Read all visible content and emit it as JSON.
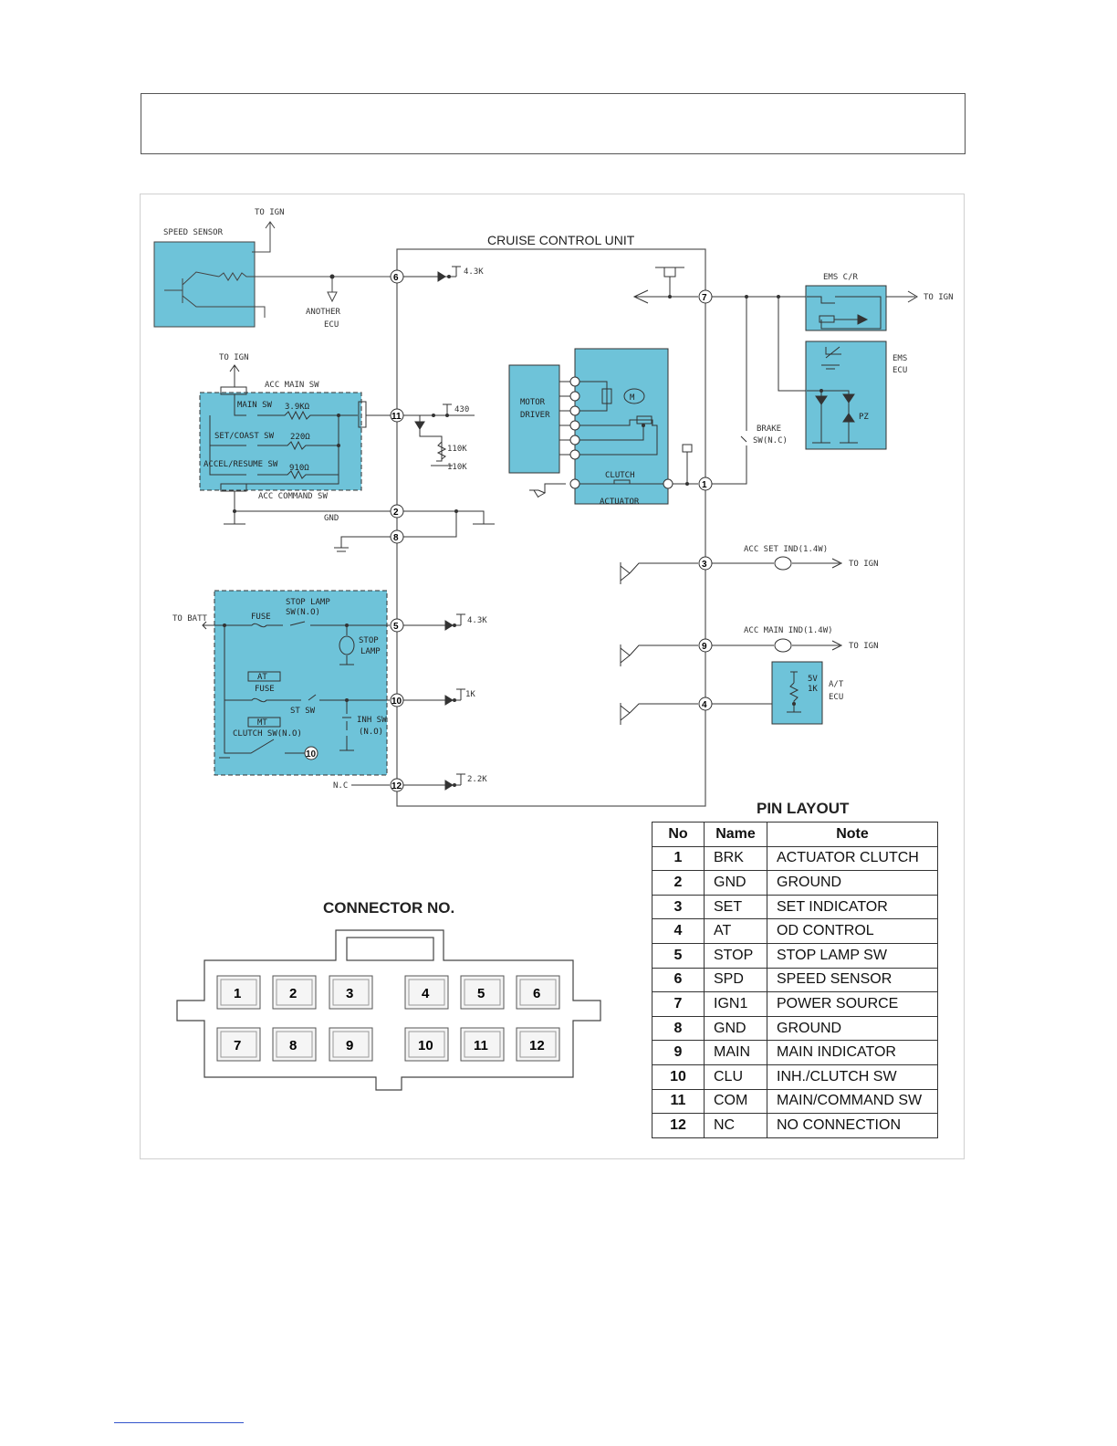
{
  "diagram": {
    "title": "CRUISE CONTROL UNIT",
    "components": {
      "speed_sensor": "SPEED SENSOR",
      "to_ign": "TO IGN",
      "another_ecu": [
        "ANOTHER",
        "ECU"
      ],
      "acc_main_sw": "ACC MAIN SW",
      "main_sw": "MAIN SW",
      "main_sw_val": "3.9KΩ",
      "set_coast_sw": "SET/COAST SW",
      "set_coast_val": "220Ω",
      "accel_resume_sw": "ACCEL/RESUME SW",
      "accel_resume_val": "910Ω",
      "acc_command_sw": "ACC COMMAND SW",
      "gnd": "GND",
      "motor_driver": [
        "MOTOR",
        "DRIVER"
      ],
      "clutch": "CLUTCH",
      "actuator": "ACTUATOR",
      "motor": "M",
      "ems_cr": "EMS C/R",
      "ems_ecu": [
        "EMS",
        "ECU"
      ],
      "pz": "PZ",
      "brake_sw": [
        "BRAKE",
        "SW(N.C)"
      ],
      "acc_set_ind": "ACC SET IND(1.4W)",
      "acc_main_ind": "ACC MAIN IND(1.4W)",
      "at_ecu": [
        "A/T",
        "ECU"
      ],
      "at_ecu_res": [
        "5V",
        "1K"
      ],
      "to_batt": "TO BATT",
      "fuse": "FUSE",
      "stop_lamp_sw": [
        "STOP LAMP",
        "SW(N.O)"
      ],
      "stop_lamp": [
        "STOP",
        "LAMP"
      ],
      "at_box": "AT",
      "at_fuse": "FUSE",
      "st_sw": "ST SW",
      "mt_box": "MT",
      "clutch_sw": "CLUTCH SW(N.O)",
      "inh_sw": [
        "INH SW",
        "(N.O)"
      ],
      "nc": "N.C",
      "r_4_3k": "4.3K",
      "r_430": "430",
      "r_110k_1": "110K",
      "r_110k_2": "110K",
      "r_1k": "1K",
      "r_2_2k": "2.2K",
      "pin10_ref": "10"
    },
    "pins": [
      "1",
      "2",
      "3",
      "4",
      "5",
      "6",
      "7",
      "8",
      "9",
      "10",
      "11",
      "12"
    ]
  },
  "connector": {
    "title": "CONNECTOR NO.",
    "top_row": [
      "1",
      "2",
      "3",
      "4",
      "5",
      "6"
    ],
    "bottom_row": [
      "7",
      "8",
      "9",
      "10",
      "11",
      "12"
    ]
  },
  "pin_layout": {
    "title": "PIN LAYOUT",
    "headers": [
      "No",
      "Name",
      "Note"
    ],
    "rows": [
      [
        "1",
        "BRK",
        "ACTUATOR CLUTCH"
      ],
      [
        "2",
        "GND",
        "GROUND"
      ],
      [
        "3",
        "SET",
        "SET INDICATOR"
      ],
      [
        "4",
        "AT",
        "OD CONTROL"
      ],
      [
        "5",
        "STOP",
        "STOP LAMP SW"
      ],
      [
        "6",
        "SPD",
        "SPEED SENSOR"
      ],
      [
        "7",
        "IGN1",
        "POWER SOURCE"
      ],
      [
        "8",
        "GND",
        "GROUND"
      ],
      [
        "9",
        "MAIN",
        "MAIN INDICATOR"
      ],
      [
        "10",
        "CLU",
        "INH./CLUTCH SW"
      ],
      [
        "11",
        "COM",
        "MAIN/COMMAND SW"
      ],
      [
        "12",
        "NC",
        "NO CONNECTION"
      ]
    ]
  },
  "colors": {
    "component_fill": "#6ec3d9",
    "line": "#555555"
  }
}
